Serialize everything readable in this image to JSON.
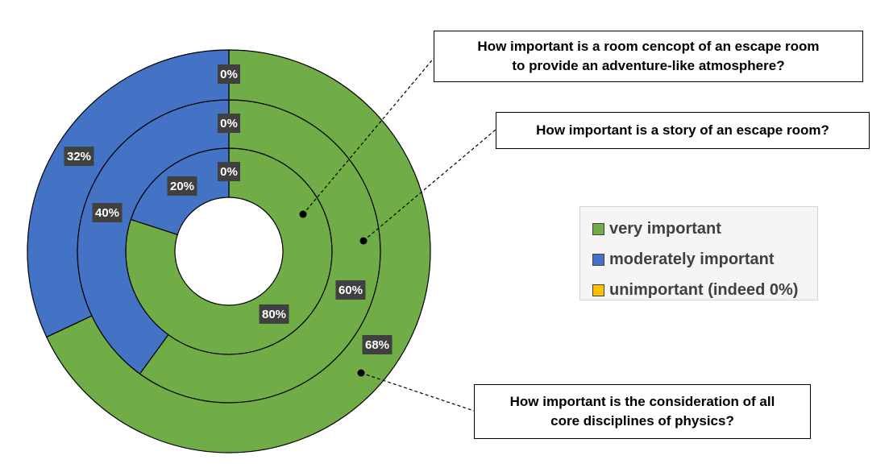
{
  "chart_data": {
    "type": "donut",
    "rings": [
      {
        "question": "How important is a room cencopt of an escape room to provide an adventure-like atmosphere?",
        "values": {
          "very_important": 80,
          "moderately_important": 20,
          "unimportant": 0
        },
        "labels": {
          "very_important": "80%",
          "moderately_important": "20%",
          "unimportant": "0%"
        }
      },
      {
        "question": "How important is a story of an escape room?",
        "values": {
          "very_important": 60,
          "moderately_important": 40,
          "unimportant": 0
        },
        "labels": {
          "very_important": "60%",
          "moderately_important": "40%",
          "unimportant": "0%"
        }
      },
      {
        "question": "How important is the consideration of all core disciplines of physics?",
        "values": {
          "very_important": 68,
          "moderately_important": 32,
          "unimportant": 0
        },
        "labels": {
          "very_important": "68%",
          "moderately_important": "32%",
          "unimportant": "0%"
        }
      }
    ],
    "legend": {
      "position": "right",
      "items": [
        {
          "key": "very_important",
          "label": "very important",
          "color": "#70ad47"
        },
        {
          "key": "moderately_important",
          "label": "moderately important",
          "color": "#4472c4"
        },
        {
          "key": "unimportant",
          "label": "unimportant (indeed 0%)",
          "color": "#ffc000"
        }
      ]
    }
  },
  "questions": {
    "q1_line1": "How important is a room cencopt of an escape room",
    "q1_line2": "to provide an adventure-like atmosphere?",
    "q2": "How important is a story of an escape room?",
    "q3_line1": "How important is the consideration of all",
    "q3_line2": "core disciplines of physics?"
  }
}
